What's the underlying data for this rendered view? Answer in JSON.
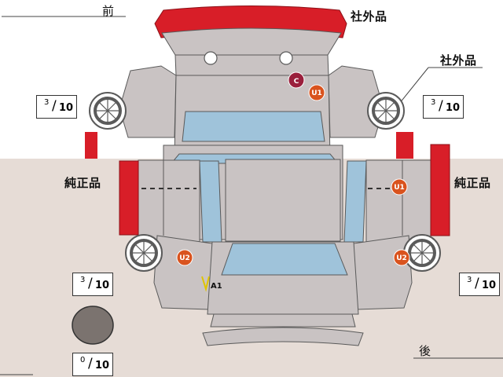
{
  "labels": {
    "front": "前",
    "rear": "後",
    "aftermarket_top": "社外品",
    "aftermarket_right": "社外品",
    "genuine_left": "純正品",
    "genuine_right": "純正品"
  },
  "tread_boxes": [
    {
      "num": "3",
      "den": "10"
    },
    {
      "num": "3",
      "den": "10"
    },
    {
      "num": "3",
      "den": "10"
    },
    {
      "num": "3",
      "den": "10"
    },
    {
      "num": "0",
      "den": "10"
    }
  ],
  "markers": {
    "c": "C",
    "u1_top": "U1",
    "u1_right": "U1",
    "u2_left": "U2",
    "u2_right": "U2",
    "a1": "A1"
  },
  "colors": {
    "body_fill": "#c9c3c3",
    "outline": "#5a5a5a",
    "glass": "#9fc3da",
    "bumper_red": "#d81e28",
    "bottom_bg": "#e6dcd6",
    "marker_orange": "#d9531e",
    "marker_c": "#9a1f3c",
    "spare_tire": "#7b736f"
  }
}
